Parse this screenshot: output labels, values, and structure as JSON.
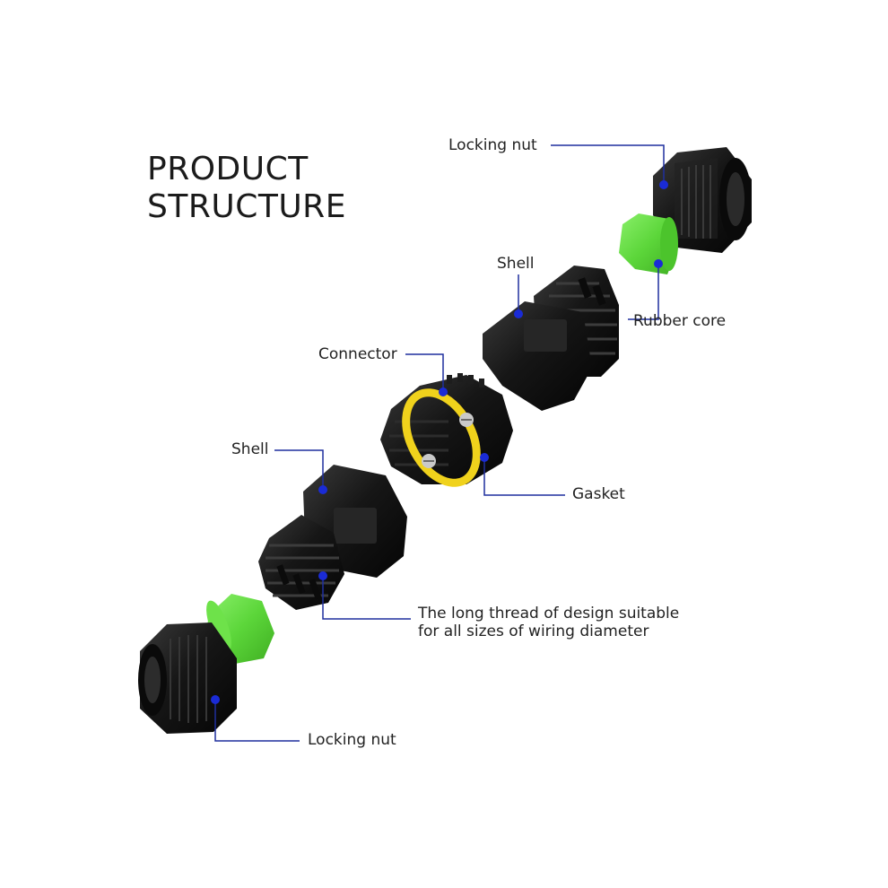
{
  "title": {
    "line1": "PRODUCT",
    "line2": "STRUCTURE"
  },
  "labels": {
    "locking_nut_top": "Locking nut",
    "rubber_core": "Rubber core",
    "shell_top": "Shell",
    "connector": "Connector",
    "gasket": "Gasket",
    "shell_bottom": "Shell",
    "thread_line1": "The long thread of design suitable",
    "thread_line2": "for all sizes of wiring diameter",
    "locking_nut_bottom": "Locking nut"
  },
  "colors": {
    "leader": "#1f2f9e",
    "dot": "#1a2bd6",
    "part_black": "#151515",
    "rubber_green": "#5fd93c",
    "gasket_yellow": "#f0d21c"
  }
}
